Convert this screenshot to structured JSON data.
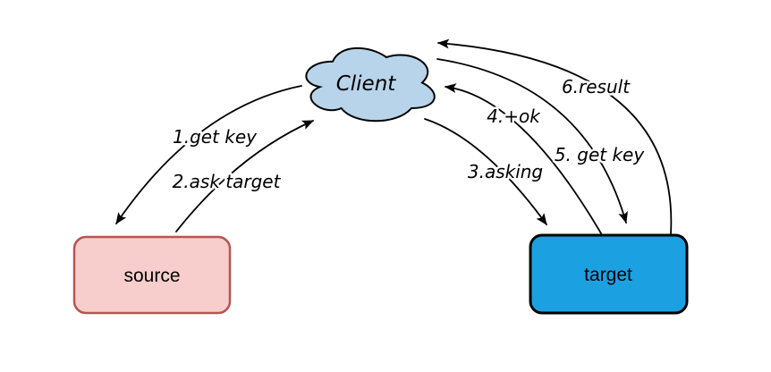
{
  "diagram": {
    "background": "#ffffff",
    "edge_color": "#000000",
    "label_color": "#000000",
    "nodes": {
      "client": {
        "label": "Client",
        "fill": "#b8d4ea",
        "stroke": "#000000",
        "text_color": "#000000"
      },
      "source": {
        "label": "source",
        "fill": "#f8cecc",
        "stroke": "#b85450",
        "text_color": "#000000"
      },
      "target": {
        "label": "target",
        "fill": "#1ba1e2",
        "stroke": "#000000",
        "text_color": "#000000"
      }
    },
    "edges": [
      {
        "order": "1",
        "label": "1.get key",
        "from": "Client",
        "to": "source"
      },
      {
        "order": "2",
        "label": "2.ask target",
        "from": "source",
        "to": "Client"
      },
      {
        "order": "3",
        "label": "3.asking",
        "from": "Client",
        "to": "target"
      },
      {
        "order": "4",
        "label": "4.+ok",
        "from": "target",
        "to": "Client"
      },
      {
        "order": "5",
        "label": "5. get key",
        "from": "Client",
        "to": "target"
      },
      {
        "order": "6",
        "label": "6.result",
        "from": "target",
        "to": "Client"
      }
    ]
  }
}
